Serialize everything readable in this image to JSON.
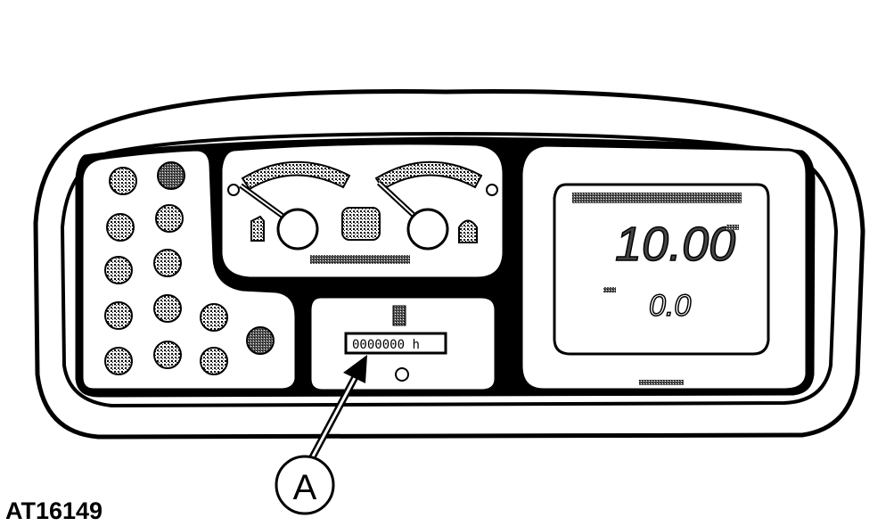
{
  "figure_id": "AT16149",
  "callout": {
    "letter": "A"
  },
  "display": {
    "speed_value": "10.00",
    "secondary_value": "0.0",
    "hour_meter_value": "0000000",
    "hour_meter_unit": "h"
  },
  "colors": {
    "ink": "#000000",
    "shade": "#9a9a9a",
    "paper": "#ffffff"
  }
}
